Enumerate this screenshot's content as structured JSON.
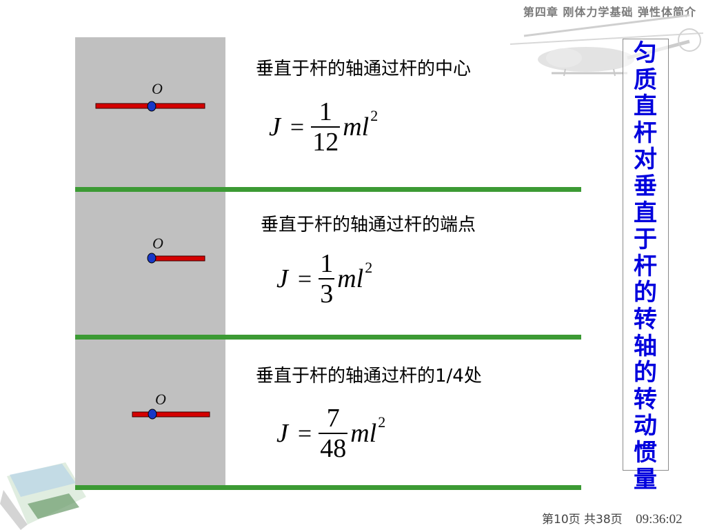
{
  "header": {
    "chapter_title": "第四章 刚体力学基础 弹性体简介"
  },
  "side_title": "匀质直杆对垂直于杆的转轴的转动惯量",
  "colors": {
    "title_blue": "#0000dd",
    "rod_red": "#d40000",
    "divider_green": "#3c9a34",
    "panel_gray": "#c0c0c0"
  },
  "cases": [
    {
      "description": "垂直于杆的轴通过杆的中心",
      "axis_label": "O",
      "formula": {
        "lhs": "J",
        "eq": "=",
        "numerator": "1",
        "denominator": "12",
        "rhs": "ml",
        "exponent": "2"
      }
    },
    {
      "description": "垂直于杆的轴通过杆的端点",
      "axis_label": "O",
      "formula": {
        "lhs": "J",
        "eq": "=",
        "numerator": "1",
        "denominator": "3",
        "rhs": "ml",
        "exponent": "2"
      }
    },
    {
      "description": "垂直于杆的轴通过杆的1/4处",
      "axis_label": "O",
      "formula": {
        "lhs": "J",
        "eq": "=",
        "numerator": "7",
        "denominator": "48",
        "rhs": "ml",
        "exponent": "2"
      }
    }
  ],
  "footer": {
    "page": "第10页",
    "total": "共38页",
    "time": "09:36:02"
  }
}
